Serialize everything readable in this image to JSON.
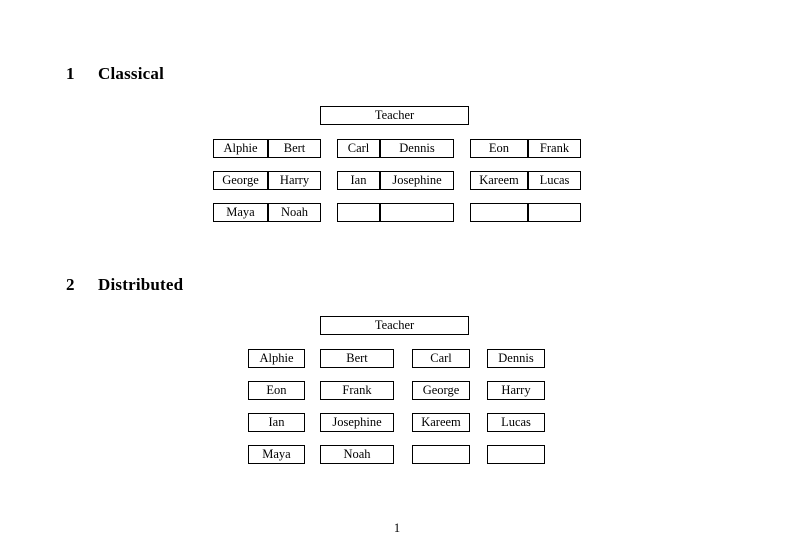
{
  "document": {
    "page_number": "1",
    "font_style": "serif-latex"
  },
  "sections": [
    {
      "id": "classical",
      "number": "1",
      "title": "Classical",
      "teacher_label": "Teacher",
      "layout": "paired-cells",
      "groups": [
        {
          "id": "group-left",
          "rows": [
            {
              "left": "Alphie",
              "right": "Bert"
            },
            {
              "left": "George",
              "right": "Harry"
            },
            {
              "left": "Maya",
              "right": "Noah"
            }
          ]
        },
        {
          "id": "group-middle",
          "rows": [
            {
              "left": "Carl",
              "right": "Dennis"
            },
            {
              "left": "Ian",
              "right": "Josephine"
            },
            {
              "left": "",
              "right": ""
            }
          ]
        },
        {
          "id": "group-right",
          "rows": [
            {
              "left": "Eon",
              "right": "Frank"
            },
            {
              "left": "Kareem",
              "right": "Lucas"
            },
            {
              "left": "",
              "right": ""
            }
          ]
        }
      ]
    },
    {
      "id": "distributed",
      "number": "2",
      "title": "Distributed",
      "teacher_label": "Teacher",
      "layout": "separate-cells",
      "rows": [
        [
          "Alphie",
          "Bert",
          "Carl",
          "Dennis"
        ],
        [
          "Eon",
          "Frank",
          "George",
          "Harry"
        ],
        [
          "Ian",
          "Josephine",
          "Kareem",
          "Lucas"
        ],
        [
          "Maya",
          "Noah",
          "",
          ""
        ]
      ]
    }
  ]
}
